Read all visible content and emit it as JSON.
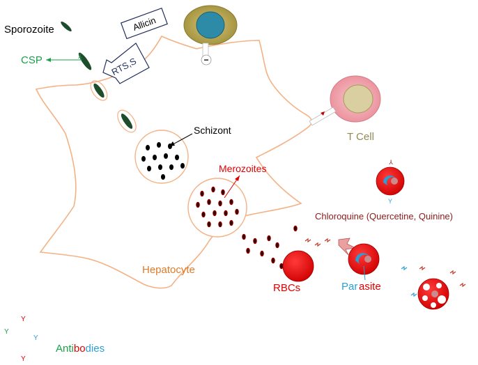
{
  "labels": {
    "sporozoite": "Sporozoite",
    "csp": "CSP",
    "allicin": "Allicin",
    "rtss": "RTS,S",
    "schizont": "Schizont",
    "t_cell": "T Cell",
    "merozoites": "Merozoites",
    "chloroquine": "Chloroquine (Quercetine, Quinine)",
    "hepatocyte": "Hepatocyte",
    "rbcs": "RBCs",
    "parasite": {
      "part1": "Par",
      "part2": "asite"
    },
    "antibodies": {
      "part1": "Anti",
      "part2": "bo",
      "part3": "dies"
    },
    "antibody_glyph": "Y",
    "inhibit_sign": "−"
  },
  "colors": {
    "cell_outline": "#f4b183",
    "sporozoite_body": "#1e4d2b",
    "rbc": "#e80000",
    "t_cell_outer": "#f0a0a8",
    "t_cell_nucleus": "#d9cfa0",
    "apc_outer": "#b8a550",
    "apc_nucleus": "#2e8ba8",
    "green_text": "#1aa04a",
    "red_text": "#e00000",
    "blue_text": "#2a9fd6",
    "orange_text": "#e07b2a",
    "olive_text": "#948a54",
    "dark_red_text": "#8b1a1a",
    "navy_text": "#1f2d5a"
  }
}
